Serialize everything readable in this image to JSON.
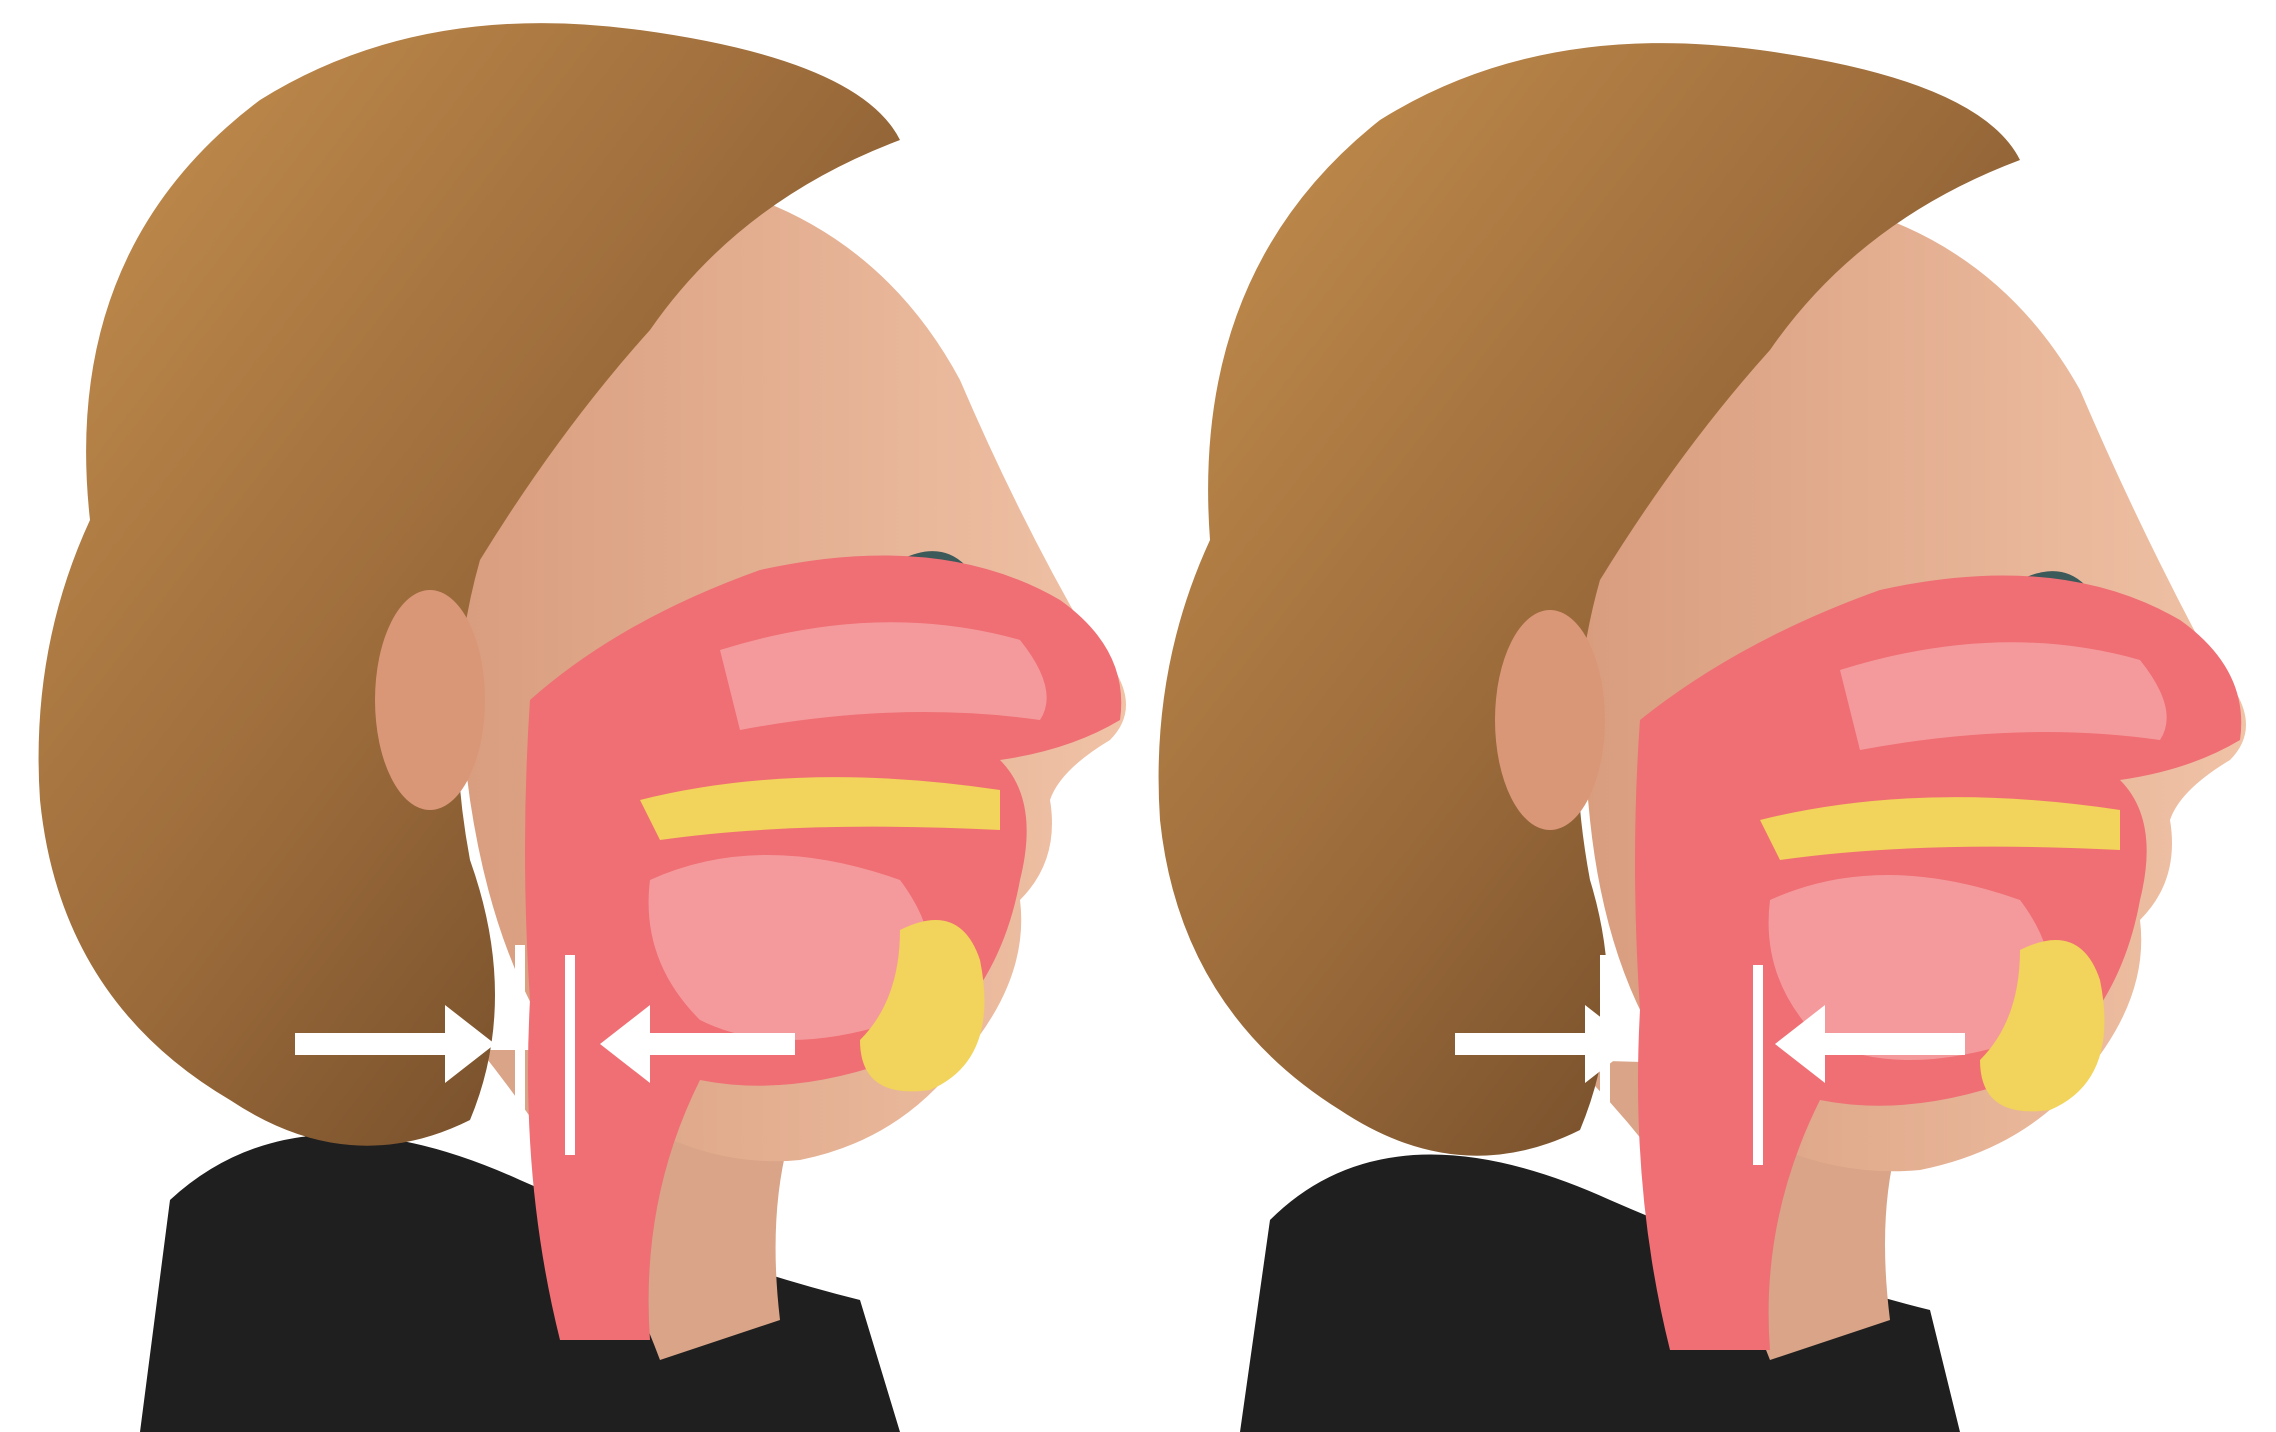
{
  "figure": {
    "kind": "anatomical-comparison",
    "panels": [
      {
        "id": "left",
        "airway_state": "narrower",
        "arrows": [
          "right-pointing",
          "left-pointing"
        ]
      },
      {
        "id": "right",
        "airway_state": "wider",
        "arrows": [
          "right-pointing",
          "left-pointing"
        ]
      }
    ],
    "colors": {
      "background": "#ffffff",
      "hair": "#9a6a3a",
      "skin": "#e9b79a",
      "tissue": "#ef6f74",
      "tissue_light": "#f59a9c",
      "bone": "#f2d35b",
      "collar": "#1f1f1f",
      "arrow": "#ffffff"
    },
    "icons": [
      "arrow-right-icon",
      "arrow-left-icon"
    ]
  }
}
